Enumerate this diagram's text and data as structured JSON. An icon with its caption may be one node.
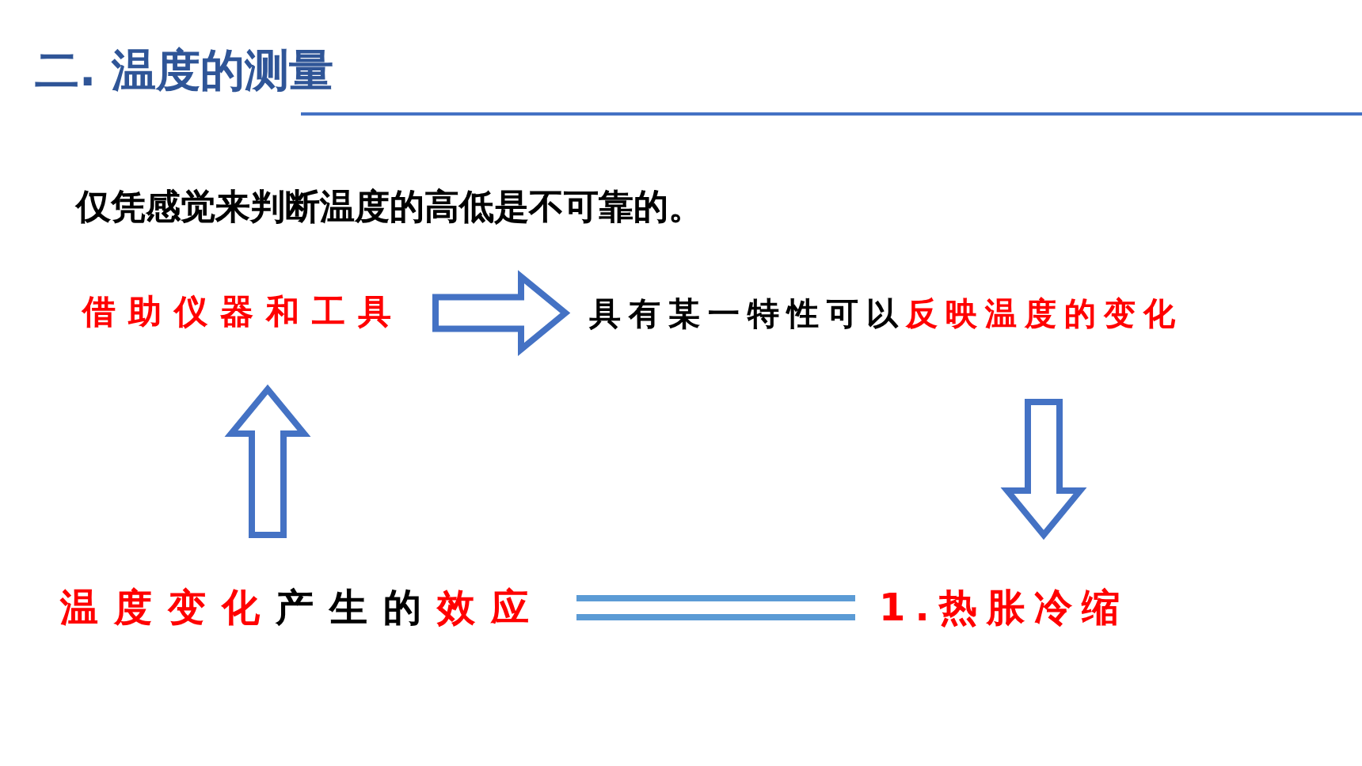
{
  "diagram": {
    "title": "二. 温度的测量",
    "nodes": [
      {
        "text": [
          "借助仪器和工具"
        ]
      },
      {
        "text": [
          "具有某一特性可以",
          "反映温度的变化"
        ]
      },
      {
        "text": [
          "1.热胀冷缩"
        ]
      },
      {
        "text": [
          "温度变化",
          "产生的",
          "效应"
        ]
      }
    ],
    "edges": [
      {
        "from": 0,
        "to": 1,
        "arrow": "to"
      },
      {
        "from": 1,
        "to": 2,
        "arrow": "to"
      },
      {
        "from": 3,
        "to": 0,
        "arrow": "to"
      },
      {
        "from": 3,
        "to": 2,
        "arrow": "none",
        "color": "#5b9bd5"
      }
    ],
    "labels": [
      "仅凭感觉来判断温度的高低是不可靠的。"
    ]
  }
}
